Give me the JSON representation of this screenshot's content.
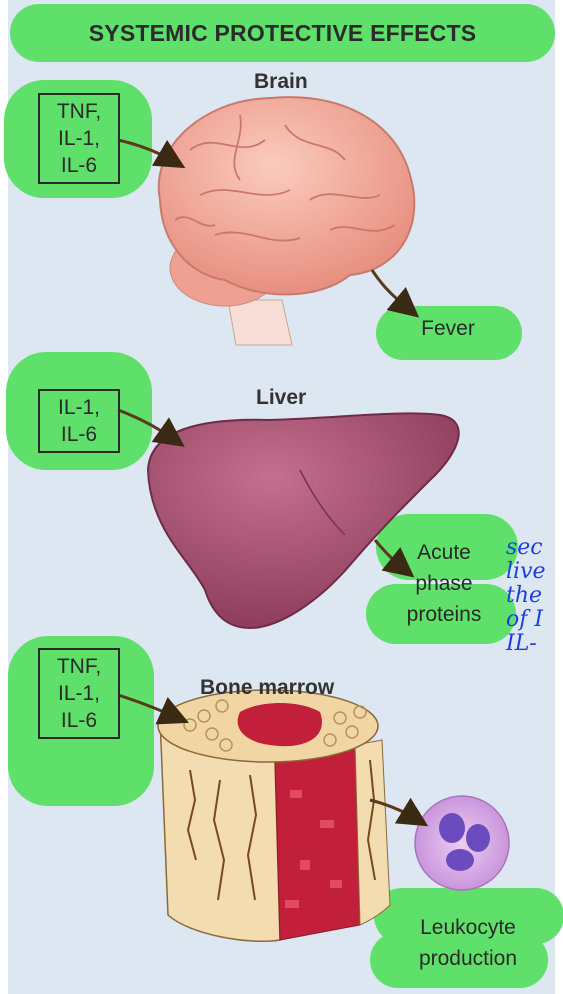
{
  "title": "SYSTEMIC PROTECTIVE EFFECTS",
  "organs": {
    "brain": {
      "label": "Brain",
      "inputs": [
        "TNF,",
        "IL-1,",
        "IL-6"
      ],
      "output": [
        "Fever"
      ]
    },
    "liver": {
      "label": "Liver",
      "inputs": [
        "IL-1,",
        "IL-6"
      ],
      "output": [
        "Acute",
        "phase",
        "proteins"
      ]
    },
    "bone_marrow": {
      "label": "Bone marrow",
      "inputs": [
        "TNF,",
        "IL-1,",
        "IL-6"
      ],
      "output": [
        "Leukocyte",
        "production"
      ]
    }
  },
  "handwritten_note": [
    "sec",
    "live",
    "the",
    "of I",
    "IL-"
  ],
  "colors": {
    "highlight": "#5ee06a",
    "background": "#dde7f2",
    "brain": "#f2a99a",
    "liver": "#a8506e",
    "bone": "#f3dcb0",
    "marrow": "#c2203a",
    "cell": "#d9a8e8",
    "nucleus": "#6a4cbf",
    "ink": "#1b3fe0"
  }
}
